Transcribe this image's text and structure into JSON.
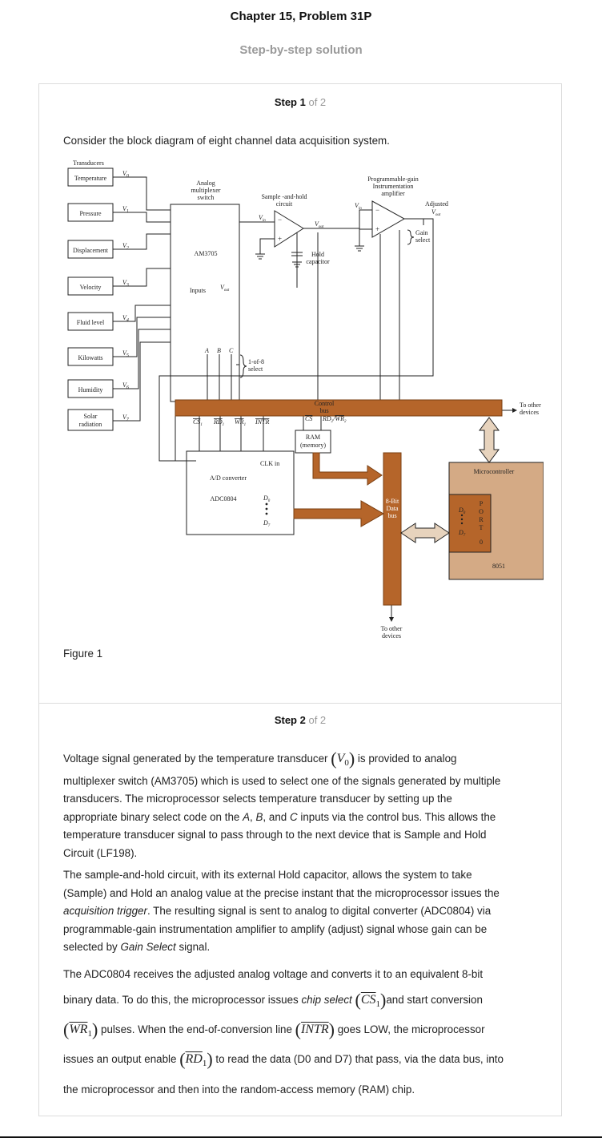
{
  "header": {
    "title": "Chapter 15, Problem 31P",
    "subtitle": "Step-by-step solution"
  },
  "step1": {
    "label": "Step 1",
    "of": "of 2",
    "intro": "Consider the block diagram of eight channel data acquisition system.",
    "figure_caption": "Figure 1"
  },
  "diagram": {
    "transducers_title": "Transducers",
    "transducers": [
      "Temperature",
      "Pressure",
      "Displacement",
      "Velocity",
      "Fluid level",
      "Kilowatts",
      "Humidity"
    ],
    "solar_line1": "Solar",
    "solar_line2": "radiation",
    "v_labels": [
      "V",
      "V",
      "V",
      "V",
      "V",
      "V",
      "V",
      "V"
    ],
    "v_subs": [
      "0",
      "1",
      "2",
      "3",
      "4",
      "5",
      "6",
      "7"
    ],
    "mux_line1": "Analog",
    "mux_line2": "multiplexer",
    "mux_line3": "switch",
    "mux_chip": "AM3705",
    "mux_inputs": "Inputs",
    "vout": "V",
    "vout_sub": "out",
    "vin": "V",
    "vin_sub": "in",
    "abc_a": "A",
    "abc_b": "B",
    "abc_c": "C",
    "select_line1": "1-of-8",
    "select_line2": "select",
    "sh_line1": "Sample -and-hold",
    "sh_line2": "circuit",
    "hold_line1": "Hold",
    "hold_line2": "capacitor",
    "pga_line1": "Programmable-gain",
    "pga_line2": "Instrumentation",
    "pga_line3": "amplifier",
    "adjusted": "Adjusted",
    "gain_line1": "Gain",
    "gain_line2": "select",
    "control_line1": "Control",
    "control_line2": "bus",
    "to_other_line1": "To other",
    "to_other_line2": "devices",
    "sig_cs1": "CS",
    "sig_rd1": "RD",
    "sig_wr1": "WR",
    "sig_intr": "INTR",
    "sig_cs": "CS",
    "sig_rd2wr2": "RD",
    "sig_wr2": "WR",
    "sub1": "1",
    "sub2": "2",
    "ram_line1": "RAM",
    "ram_line2": "(memory)",
    "clk_in": "CLK in",
    "adc_line1": "A/D converter",
    "adc_chip": "ADC0804",
    "d_label": "D",
    "d0_sub": "0",
    "d7_sub": "7",
    "databus_line1": "8-Bit",
    "databus_line2": "Data",
    "databus_line3": "bus",
    "micro_title": "Microcontroller",
    "micro_chip": "8051",
    "port_letters": [
      "P",
      "O",
      "R",
      "T",
      "0"
    ],
    "colors": {
      "bus": "#b5652a",
      "micro_fill": "#d4aa85",
      "arrow_fill": "#e7d3bd"
    }
  },
  "step2": {
    "label": "Step 2",
    "of": "of 2",
    "p1_a": "Voltage signal generated by the temperature transducer",
    "p1_math_v": "V",
    "p1_math_sub": "0",
    "p1_b": "is provided to analog",
    "p1_l2": "multiplexer switch (AM3705) which is used to select one of the signals generated by multiple",
    "p1_l3": "transducers. The microprocessor selects temperature transducer by setting up the",
    "p1_l4_a": "appropriate binary select code on the",
    "p1_l4_A": "A",
    "p1_l4_B": "B",
    "p1_l4_and": "and",
    "p1_l4_C": "C",
    "p1_l4_b": "inputs via the control bus. This allows the",
    "p1_l5": "temperature transducer signal to pass through to the next device that is Sample and Hold",
    "p1_l6": "Circuit (LF198).",
    "p2_l1": "The sample-and-hold circuit, with its external Hold capacitor, allows the system to take",
    "p2_l2": "(Sample) and Hold an analog value at the precise instant that the microprocessor issues the",
    "p2_l3_em": "acquisition trigger",
    "p2_l3_b": ". The resulting signal is sent to analog to digital converter (ADC0804) via",
    "p2_l4": "programmable-gain instrumentation amplifier to amplify (adjust) signal whose gain can be",
    "p2_l5_a": "selected by",
    "p2_l5_em": "Gain Select",
    "p2_l5_b": "signal.",
    "p3_l1": "The ADC0804 receives the adjusted analog voltage and converts it to an equivalent 8-bit",
    "p3_l2_a": "binary data. To do this, the microprocessor issues",
    "p3_l2_em": "chip select",
    "p3_cs": "CS",
    "p3_cs_sub": "1",
    "p3_l2_b": "and start conversion",
    "p3_wr": "WR",
    "p3_wr_sub": "1",
    "p3_l3_a": "pulses. When the end-of-conversion line",
    "p3_intr": "INTR",
    "p3_l3_b": "goes LOW, the microprocessor",
    "p3_l4_a": "issues an output enable",
    "p3_rd": "RD",
    "p3_rd_sub": "1",
    "p3_l4_b": "to read the data (D0 and D7) that pass, via the data bus, into",
    "p3_l5": "the microprocessor and then into the random-access memory (RAM) chip."
  }
}
